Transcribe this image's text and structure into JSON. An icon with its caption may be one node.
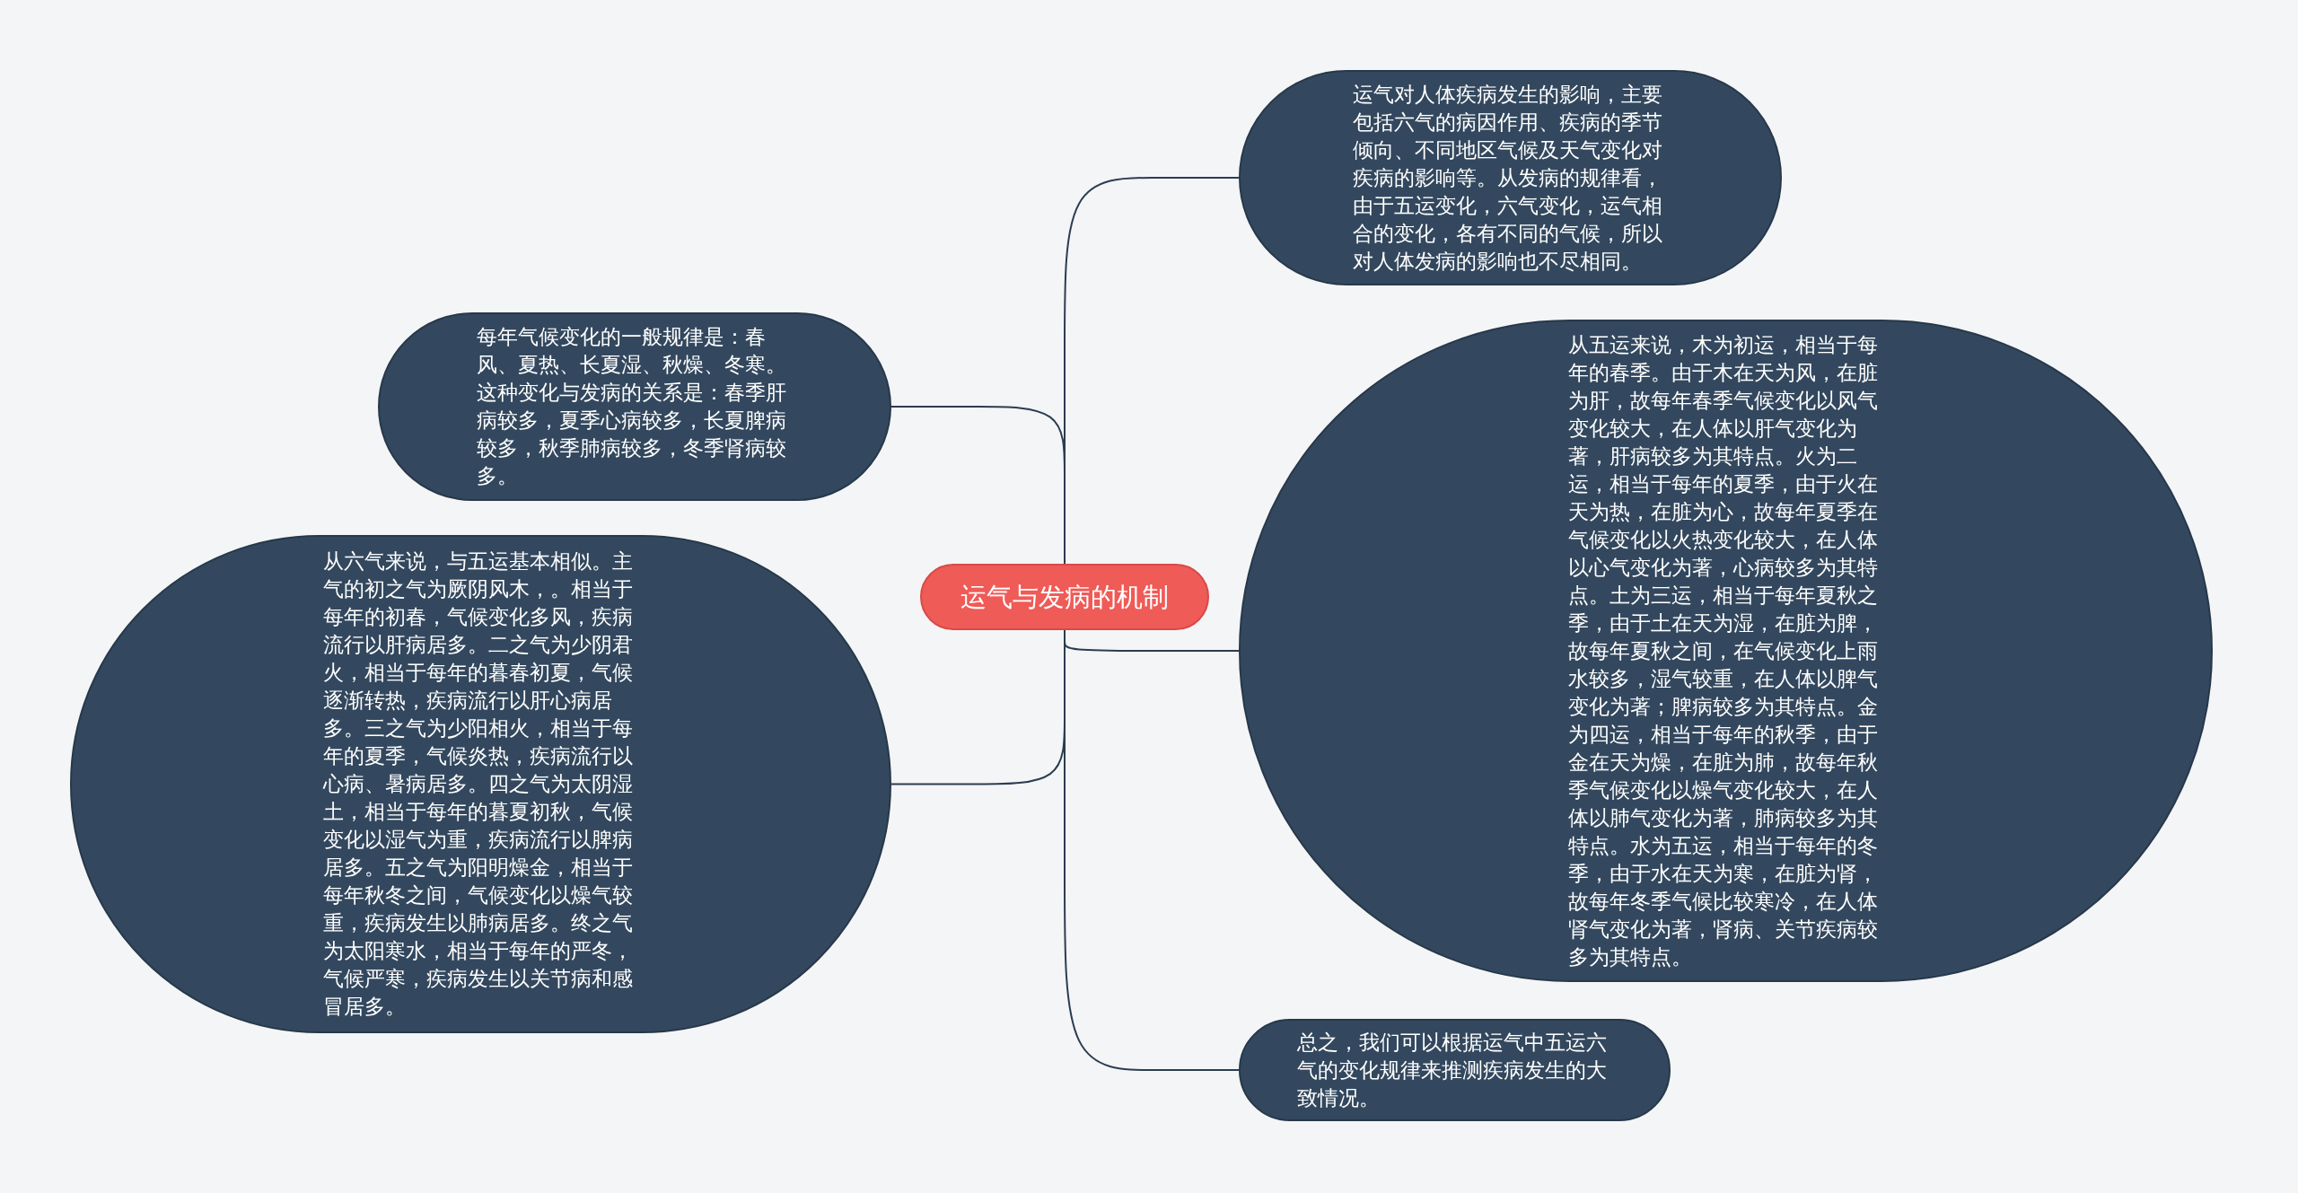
{
  "diagram": {
    "nodes": [
      {
        "text": [
          "运气与发病的机制"
        ]
      },
      {
        "text": [
          "运气对人体疾病发生的影响，主要包括六气的病因作用、疾病的季节倾向、不同地区气候及天气变化对疾病的影响等。从发病的规律看，由于五运变化，六气变化，运气相合的变化，各有不同的气候，所以对人体发病的影响也不尽相同。"
        ]
      },
      {
        "text": [
          "从五运来说，木为初运，相当于每年的春季。由于木在天为风，在脏为肝，故每年春季气候变化以风气变化较大，在人体以肝气变化为著，肝病较多为其特点。火为二运，相当于每年的夏季，由于火在天为热，在脏为心，故每年夏季在气候变化以火热变化较大，在人体以心气变化为著，心病较多为其特点。土为三运，相当于每年夏秋之季，由于土在天为湿，在脏为脾，故每年夏秋之间，在气候变化上雨水较多，湿气较重，在人体以脾气变化为著；脾病较多为其特点。金为四运，相当于每年的秋季，由于金在天为燥，在脏为肺，故每年秋季气候变化以燥气变化较大，在人体以肺气变化为著，肺病较多为其特点。水为五运，相当于每年的冬季，由于水在天为寒，在脏为肾，故每年冬季气候比较寒冷，在人体肾气变化为著，肾病、关节疾病较多为其特点。"
        ]
      },
      {
        "text": [
          "每年气候变化的一般规律是：春风、夏热、长夏湿、秋燥、冬寒。这种变化与发病的关系是：春季肝病较多，夏季心病较多，长夏脾病较多，秋季肺病较多，冬季肾病较多。"
        ]
      },
      {
        "text": [
          "从六气来说，与五运基本相似。主气的初之气为厥阴风木，。相当于每年的初春，气候变化多风，疾病流行以肝病居多。二之气为少阴君火，相当于每年的暮春初夏，气候逐渐转热，疾病流行以肝心病居多。三之气为少阳相火，相当于每年的夏季，气候炎热，疾病流行以心病、暑病居多。四之气为太阴湿土，相当于每年的暮夏初秋，气候变化以湿气为重，疾病流行以脾病居多。五之气为阳明燥金，相当于每年秋冬之间，气候变化以燥气较重，疾病发生以肺病居多。终之气为太阳寒水，相当于每年的严冬，气候严寒，疾病发生以关节病和感冒居多。"
        ]
      },
      {
        "text": [
          "总之，我们可以根据运气中五运六气的变化规律来推测疾病发生的大致情况。"
        ]
      }
    ],
    "edges": [
      {
        "from": 0,
        "to": 1,
        "arrow": "none"
      },
      {
        "from": 0,
        "to": 2,
        "arrow": "none"
      },
      {
        "from": 0,
        "to": 3,
        "arrow": "none"
      },
      {
        "from": 0,
        "to": 4,
        "arrow": "none"
      },
      {
        "from": 0,
        "to": 5,
        "arrow": "none"
      }
    ]
  }
}
